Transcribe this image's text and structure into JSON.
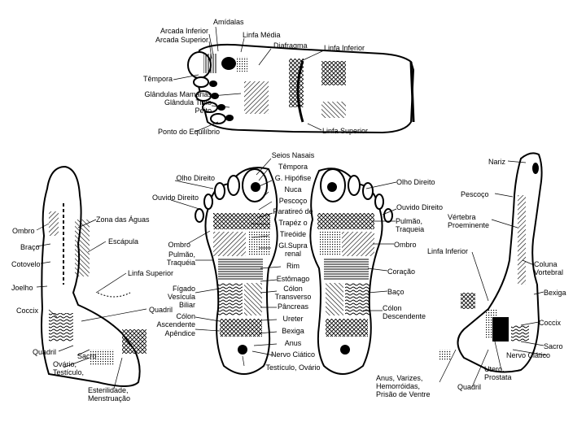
{
  "diagram": {
    "top_foot": {
      "amidalas": "Amídalas",
      "arcada_inferior": "Arcada Inferior",
      "arcada_superior": "Arcada Superior",
      "linfa_media": "Linfa Média",
      "diafragma": "Diafragma",
      "linfa_inferior": "Linfa Inferior",
      "tempora": "Têmpora",
      "glandulas_mamarias": "Glândulas Mamárias",
      "glandula_timo": "Glândula Timo",
      "peito": "Peito",
      "ponto_equilibrio": "Ponto do Equilíbrio",
      "linfa_superior": "Linfa Superior"
    },
    "soles": {
      "seios_nasais": "Seios Nasais",
      "tempora": "Têmpora",
      "hipofise": "G. Hipófise",
      "nuca": "Nuca",
      "pescoco": "Pescoço",
      "paratireoide": "Paratireó de",
      "trapezio": "Trapéz o",
      "tireoide": "Tireóide",
      "supra_renal": "Gl.Supra\nrenal",
      "rim": "Rim",
      "estomago": "Estômago",
      "colon_transverso": "Cólon\nTransverso",
      "pancreas": "Pâncreas",
      "ureter": "Ureter",
      "bexiga": "Bexiga",
      "anus": "Anus",
      "nervo_ciatico": "Nervo Ciático",
      "testiculo_ovario": "Testículo, Ovário",
      "olho_direito_l": "Olho Direito",
      "ouvido_direito_l": "Ouvido Direito",
      "ombro_l": "Ombro",
      "pulmao_traqueia_l": "Pulmão,\nTraquéia",
      "figado_vesicula": "Fígado\nVesícula\nBiliar",
      "colon_ascendente": "Cólon\nAscendente",
      "apendice": "Apêndice",
      "olho_direito_r": "Olho Direito",
      "ouvido_direito_r": "Ouvido Direito",
      "pulmao_traqueia_r": "Pulmão,\nTraqueia",
      "ombro_r": "Ombro",
      "coracao": "Coração",
      "baco": "Baço",
      "colon_descendente": "Cólon\nDescendente"
    },
    "inner_left": {
      "ombro": "Ombro",
      "zona_aguas": "Zona das Águas",
      "braco": "Braço",
      "escapula": "Escápula",
      "cotovelo": "Cotovelo",
      "joelho": "Joelho",
      "linfa_superior": "Linfa Superior",
      "coccix": "Coccix",
      "quadril_1": "Quadril",
      "quadril_2": "Quadril",
      "sacro": "Sacro",
      "ovario_testiculo": "Ovário,\nTestículo,",
      "esterilidade": "Esterilidade,\nMenstruação"
    },
    "outer_right": {
      "nariz": "Nariz",
      "pescoco": "Pescoço",
      "vertebra": "Vértebra\nProeminente",
      "linfa_inferior": "Linfa Inferior",
      "coluna": "Coluna\nVortebral",
      "bexiga": "Bexiga",
      "coccix": "Coccix",
      "sacro": "Sacro",
      "nervo_ciatico": "Nervo Ciático",
      "utero": "Utero,\nProstata",
      "quadril": "Quadril",
      "anus": "Anus, Varizes,\nHemorróidas,\nPrisão de Ventre"
    }
  }
}
